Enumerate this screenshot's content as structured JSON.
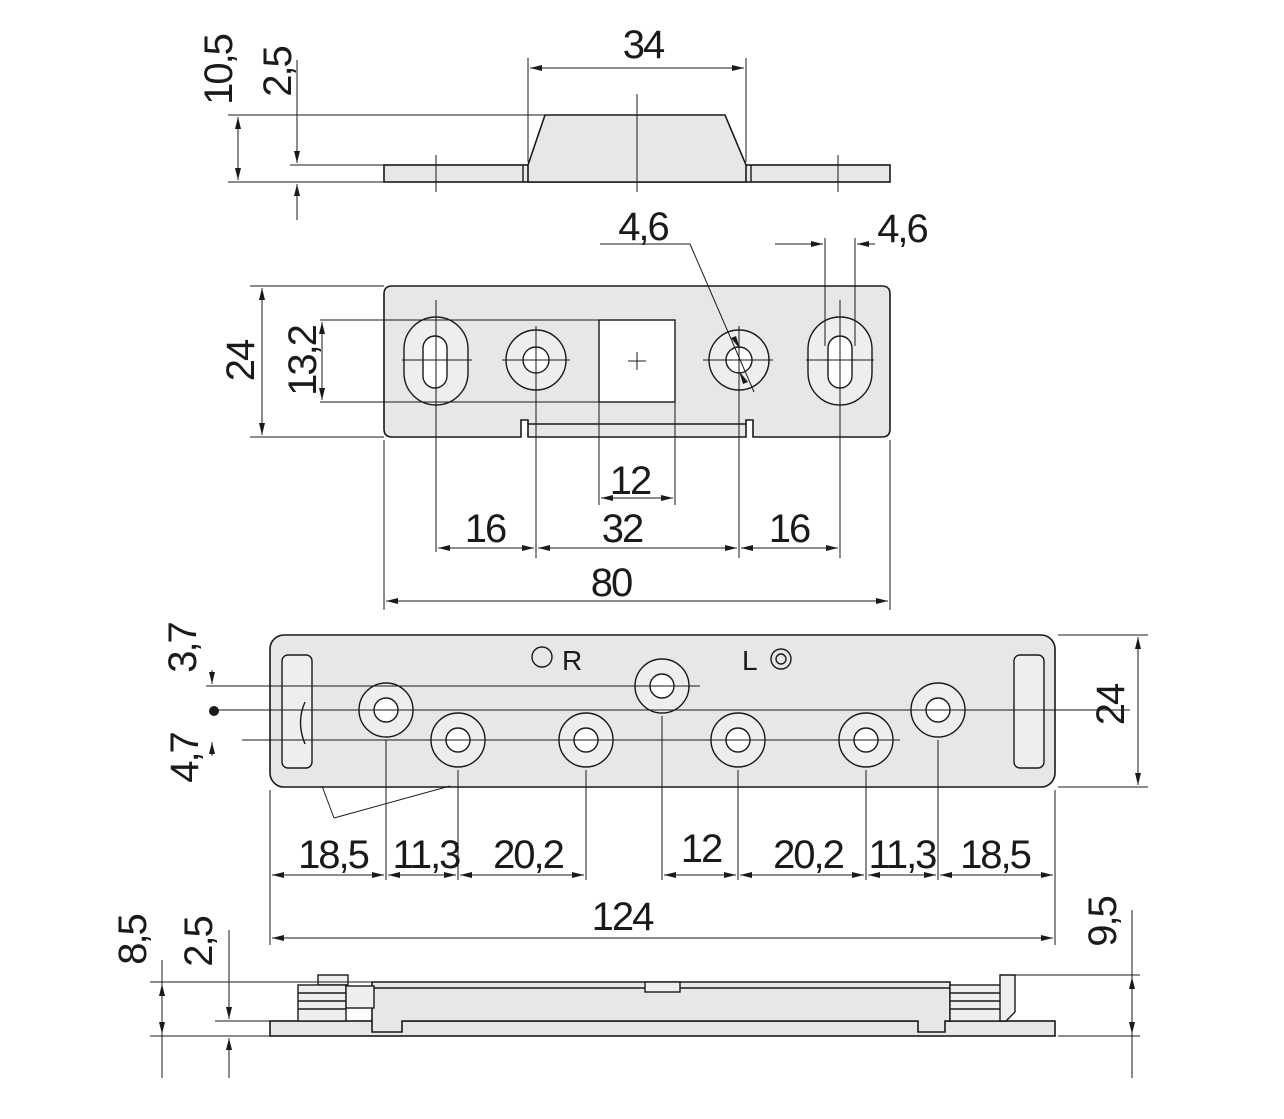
{
  "dimensions": {
    "top_height_total": "10,5",
    "top_height_plate": "2,5",
    "top_bump_width": "34",
    "hole_dia_center": "4,6",
    "slot_width": "4,6",
    "plate_height": "24",
    "hole_span": "13,2",
    "square_width": "12",
    "left_pitch": "16",
    "center_pitch": "32",
    "right_pitch": "16",
    "plate_length": "80",
    "offset_upper": "3,7",
    "offset_lower": "4,7",
    "long_plate_height": "24",
    "seg_1": "18,5",
    "seg_2": "11,3",
    "seg_3": "20,2",
    "seg_4": "12",
    "seg_5": "20,2",
    "seg_6": "11,3",
    "seg_7": "18,5",
    "long_plate_length": "124",
    "bottom_height_left": "8,5",
    "bottom_height_plate": "2,5",
    "bottom_height_right": "9,5"
  },
  "markings": {
    "right_mark": "R",
    "left_mark": "L"
  }
}
